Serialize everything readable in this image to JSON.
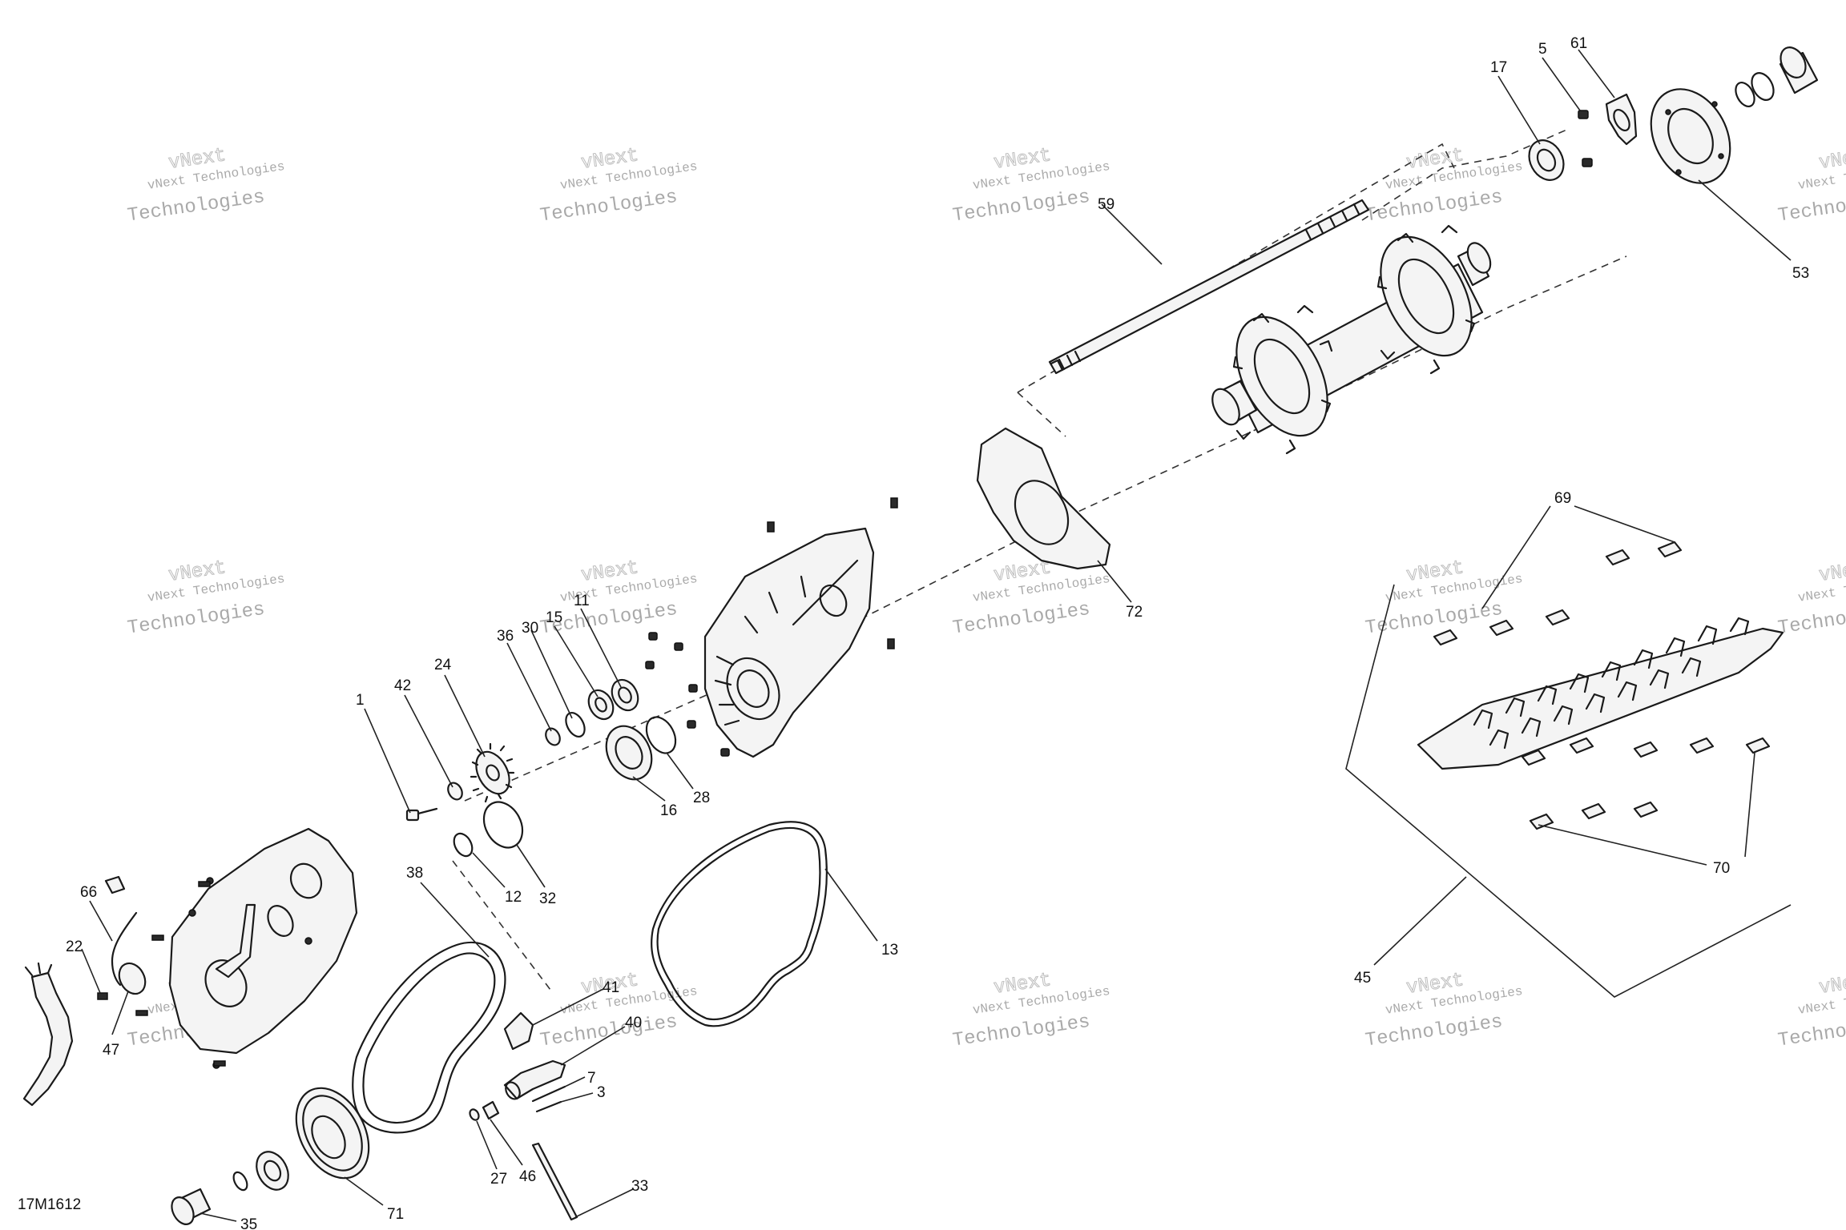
{
  "drawing_code": "17M1612",
  "watermark": {
    "line1": "vNext Technologies",
    "line2": "Technologies",
    "line3": "vNext"
  },
  "callouts": [
    {
      "id": "c1",
      "label": "1"
    },
    {
      "id": "c3",
      "label": "3"
    },
    {
      "id": "c5",
      "label": "5"
    },
    {
      "id": "c7",
      "label": "7"
    },
    {
      "id": "c11",
      "label": "11"
    },
    {
      "id": "c12",
      "label": "12"
    },
    {
      "id": "c13",
      "label": "13"
    },
    {
      "id": "c15",
      "label": "15"
    },
    {
      "id": "c16",
      "label": "16"
    },
    {
      "id": "c17",
      "label": "17"
    },
    {
      "id": "c22",
      "label": "22"
    },
    {
      "id": "c24",
      "label": "24"
    },
    {
      "id": "c27",
      "label": "27"
    },
    {
      "id": "c28",
      "label": "28"
    },
    {
      "id": "c30",
      "label": "30"
    },
    {
      "id": "c32",
      "label": "32"
    },
    {
      "id": "c33",
      "label": "33"
    },
    {
      "id": "c35",
      "label": "35"
    },
    {
      "id": "c36",
      "label": "36"
    },
    {
      "id": "c38",
      "label": "38"
    },
    {
      "id": "c40",
      "label": "40"
    },
    {
      "id": "c41",
      "label": "41"
    },
    {
      "id": "c42",
      "label": "42"
    },
    {
      "id": "c45",
      "label": "45"
    },
    {
      "id": "c46",
      "label": "46"
    },
    {
      "id": "c47",
      "label": "47"
    },
    {
      "id": "c53",
      "label": "53"
    },
    {
      "id": "c59",
      "label": "59"
    },
    {
      "id": "c61",
      "label": "61"
    },
    {
      "id": "c66",
      "label": "66"
    },
    {
      "id": "c69",
      "label": "69"
    },
    {
      "id": "c70",
      "label": "70"
    },
    {
      "id": "c71",
      "label": "71"
    },
    {
      "id": "c72",
      "label": "72"
    }
  ]
}
